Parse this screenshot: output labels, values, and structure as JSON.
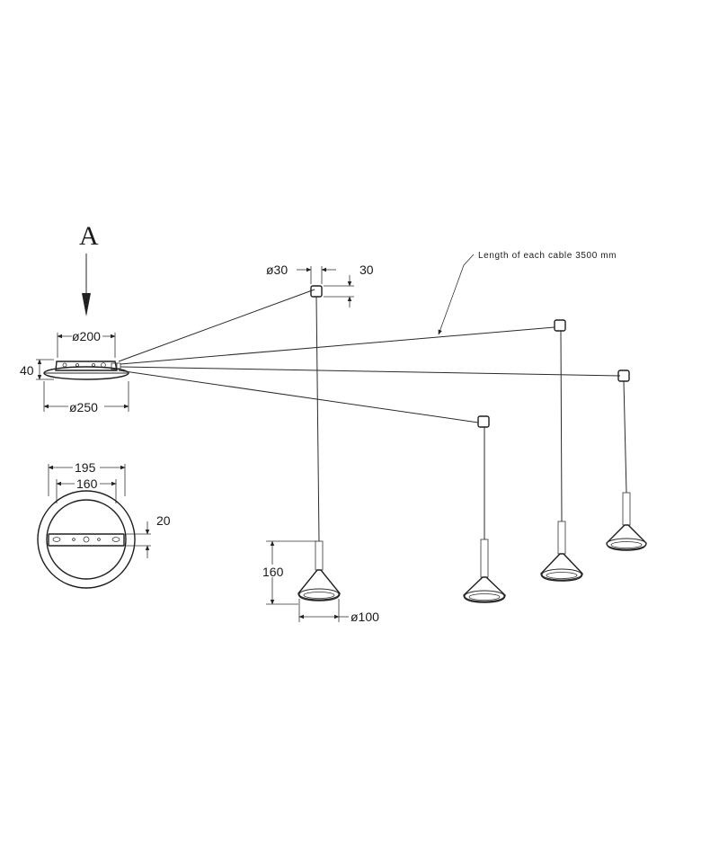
{
  "view_label": "A",
  "cable_note": "Length of each cable 3500 mm",
  "dimensions": {
    "canopy_top_dia": "ø200",
    "canopy_height": "40",
    "canopy_base_dia": "ø250",
    "plate_outer": "195",
    "plate_inner": "160",
    "bar_height": "20",
    "hook_dia": "ø30",
    "hook_height": "30",
    "shade_height": "160",
    "shade_dia": "ø100"
  }
}
